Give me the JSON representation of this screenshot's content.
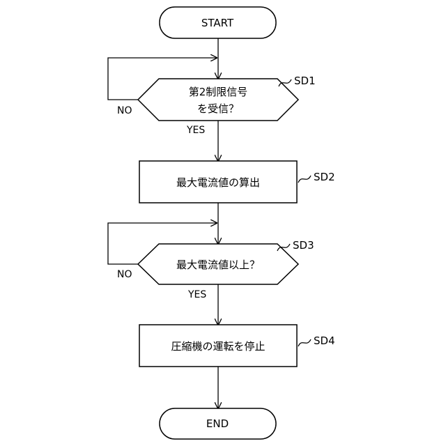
{
  "flowchart": {
    "start": "START",
    "end": "END",
    "decision1": {
      "line1": "第2制限信号",
      "line2": "を受信？",
      "step": "SD1",
      "no": "NO",
      "yes": "YES"
    },
    "process1": {
      "text": "最大電流値の算出",
      "step": "SD2"
    },
    "decision2": {
      "text": "最大電流値以上？",
      "step": "SD3",
      "no": "NO",
      "yes": "YES"
    },
    "process2": {
      "text": "圧縮機の運転を停止",
      "step": "SD4"
    }
  }
}
